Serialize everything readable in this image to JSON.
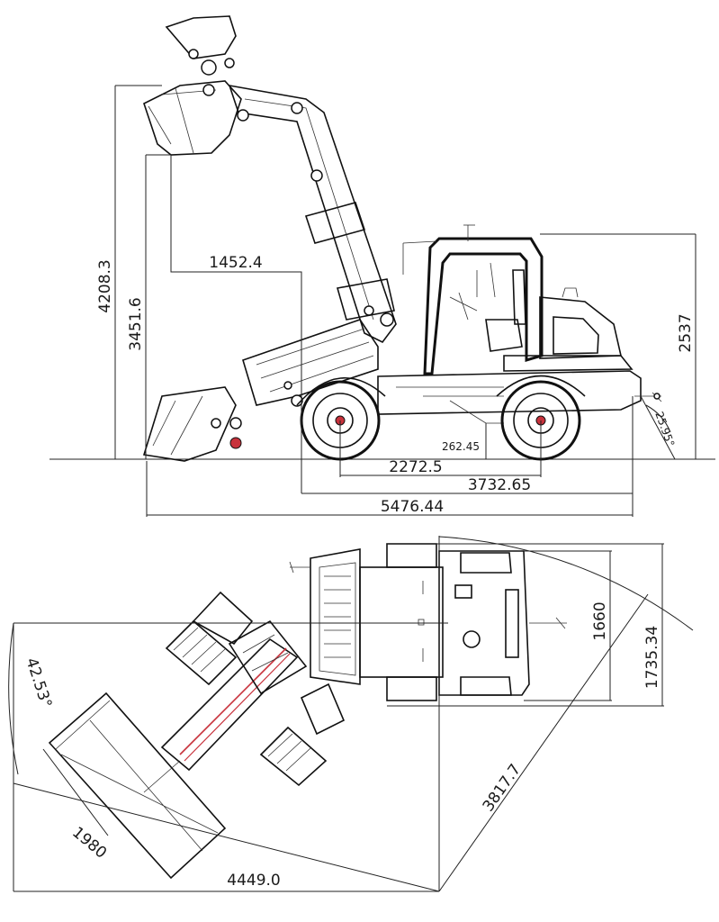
{
  "side_view": {
    "max_height": "4208.3",
    "dump_height": "3451.6",
    "dump_reach": "1452.4",
    "cab_height": "2537",
    "ground_clearance": "262.45",
    "wheelbase": "2272.5",
    "length_without_bucket": "3732.65",
    "overall_length": "5476.44",
    "departure_angle": "25.95°"
  },
  "top_view": {
    "vehicle_width": "1660",
    "overall_width": "1735.34",
    "articulation_angle": "42.53°",
    "bucket_width": "1980",
    "outer_turning_radius": "4449.0",
    "inner_turning_radius": "3817.7"
  }
}
